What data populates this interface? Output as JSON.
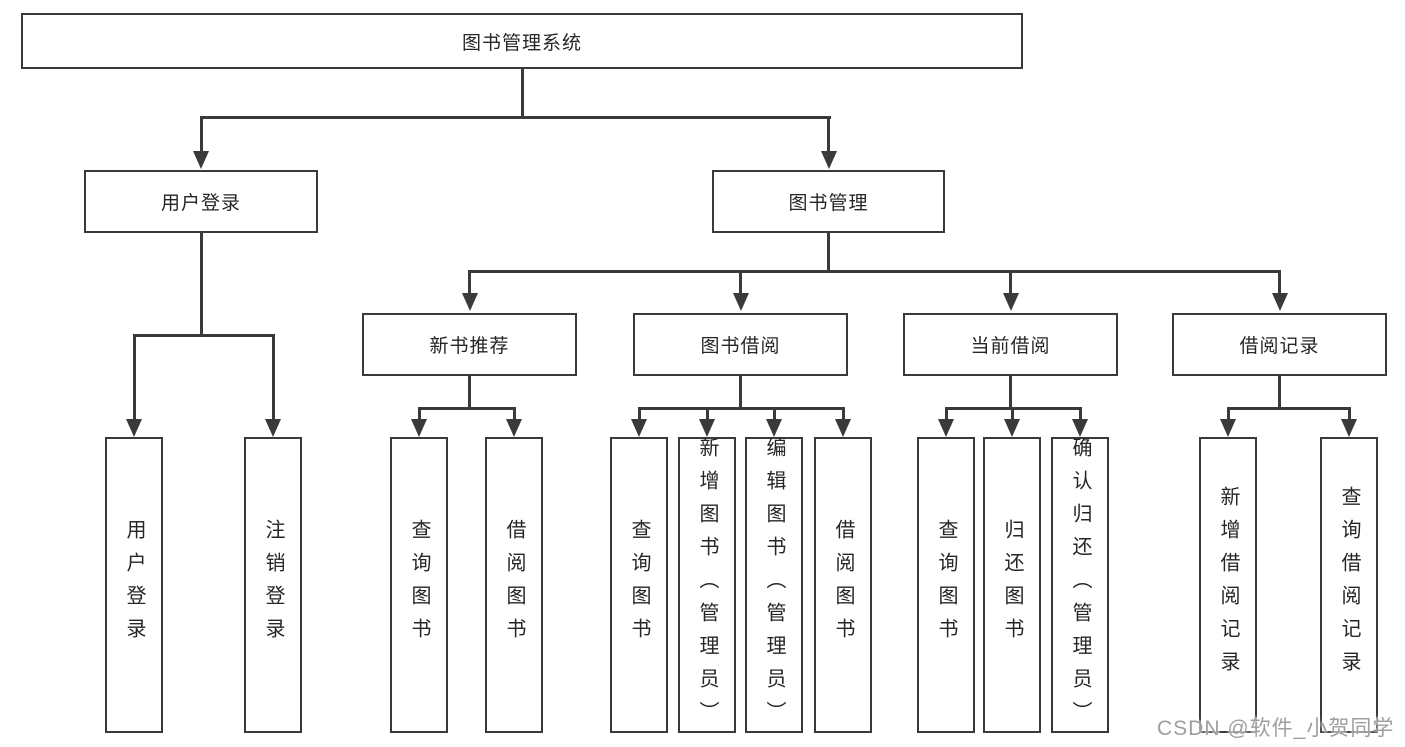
{
  "diagram_type": "hierarchy-tree",
  "tree": {
    "root": {
      "label": "图书管理系统",
      "children": [
        {
          "label": "用户登录",
          "children": [
            {
              "label": "用户登录"
            },
            {
              "label": "注销登录"
            }
          ]
        },
        {
          "label": "图书管理",
          "children": [
            {
              "label": "新书推荐",
              "children": [
                {
                  "label": "查询图书"
                },
                {
                  "label": "借阅图书"
                }
              ]
            },
            {
              "label": "图书借阅",
              "children": [
                {
                  "label": "查询图书"
                },
                {
                  "label": "新增图书（管理员）"
                },
                {
                  "label": "编辑图书（管理员）"
                },
                {
                  "label": "借阅图书"
                }
              ]
            },
            {
              "label": "当前借阅",
              "children": [
                {
                  "label": "查询图书"
                },
                {
                  "label": "归还图书"
                },
                {
                  "label": "确认归还（管理员）"
                }
              ]
            },
            {
              "label": "借阅记录",
              "children": [
                {
                  "label": "新增借阅记录"
                },
                {
                  "label": "查询借阅记录"
                }
              ]
            }
          ]
        }
      ]
    }
  },
  "watermark": {
    "text": "CSDN @软件_小贺同学"
  },
  "colors": {
    "line": "#3a3a3a",
    "box_border": "#3a3a3a",
    "box_fill": "#ffffff",
    "text": "#262626",
    "watermark": "#9e9e9e",
    "background": "#ffffff"
  }
}
